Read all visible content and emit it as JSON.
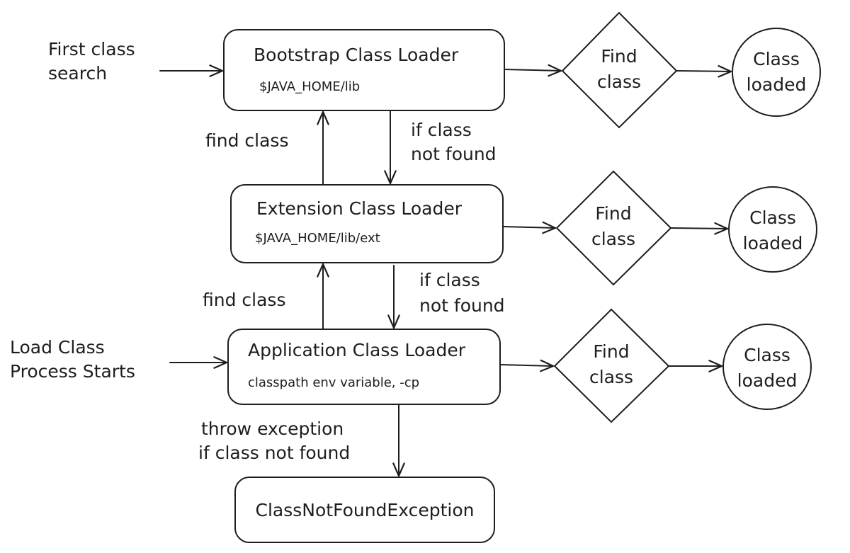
{
  "nodes": {
    "bootstrap": {
      "title": "Bootstrap Class Loader",
      "path": "$JAVA_HOME/lib"
    },
    "extension": {
      "title": "Extension Class Loader",
      "path": "$JAVA_HOME/lib/ext"
    },
    "application": {
      "title": "Application Class Loader",
      "path": "classpath env variable, -cp"
    },
    "exception": {
      "title": "ClassNotFoundException"
    },
    "find_class": {
      "line1": "Find",
      "line2": "class"
    },
    "class_loaded": {
      "line1": "Class",
      "line2": "loaded"
    }
  },
  "labels": {
    "first_search": {
      "line1": "First class",
      "line2": "search"
    },
    "load_start": {
      "line1": "Load Class",
      "line2": "Process Starts"
    },
    "find_class_up": "find class",
    "not_found": {
      "line1": "if class",
      "line2": "not found"
    },
    "throw": {
      "line1": "throw exception",
      "line2": "if class not found"
    }
  }
}
